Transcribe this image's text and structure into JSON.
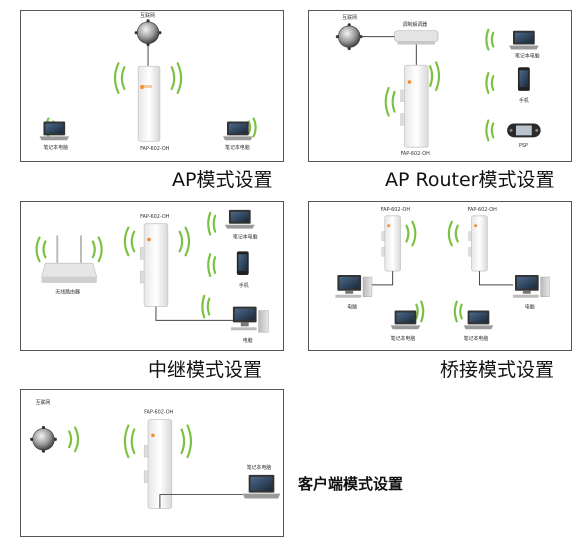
{
  "panels": {
    "ap": {
      "caption": "AP模式设置",
      "internet": "互联网",
      "device_model": "FAP-602-OH",
      "laptop_left": "笔记本电脑",
      "laptop_right": "笔记本电脑"
    },
    "ap_router": {
      "caption": "AP Router模式设置",
      "internet": "互联网",
      "modem": "调制解调器",
      "device_model": "FAP-602-OH",
      "laptop": "笔记本电脑",
      "phone": "手机",
      "psp": "PSP"
    },
    "repeater": {
      "caption": "中继模式设置",
      "router": "无线路由器",
      "device_model": "FAP-602-OH",
      "laptop": "笔记本电脑",
      "phone": "手机",
      "pc": "电脑"
    },
    "bridge": {
      "caption": "桥接模式设置",
      "device_model_left": "FAP-602-OH",
      "device_model_right": "FAP-602-OH",
      "pc_left": "电脑",
      "pc_right": "电脑",
      "laptop_left": "笔记本电脑",
      "laptop_right": "笔记本电脑"
    },
    "client": {
      "caption": "客户端模式设置",
      "internet": "互联网",
      "device_model": "FAP-602-OH",
      "laptop": "笔记本电脑"
    }
  },
  "colors": {
    "wifi": "#7cc242",
    "accent": "#f28c28",
    "border": "#555555"
  }
}
